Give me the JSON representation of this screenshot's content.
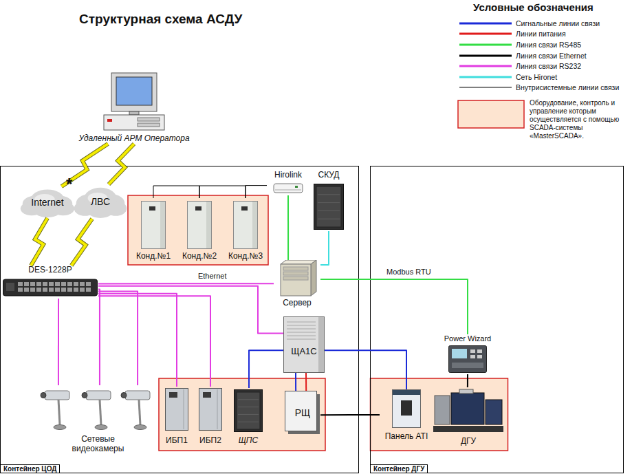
{
  "diagram": {
    "title": "Структурная схема АСДУ",
    "nodes": [
      {
        "text": [
          "Удаленный АРМ Оператора"
        ]
      },
      {
        "text": [
          "Контейнер ЦОД"
        ]
      },
      {
        "text": [
          "Internet"
        ],
        "in": 1
      },
      {
        "text": [
          "ЛВС"
        ],
        "in": 1
      },
      {
        "text": [
          "Hirolink"
        ],
        "in": 1
      },
      {
        "text": [
          "СКУД"
        ],
        "in": 1
      },
      {
        "text": [
          "Конд.№1"
        ],
        "in": 1
      },
      {
        "text": [
          "Конд.№2"
        ],
        "in": 1
      },
      {
        "text": [
          "Конд.№3"
        ],
        "in": 1
      },
      {
        "text": [
          "DES-1228P"
        ],
        "in": 1
      },
      {
        "text": [
          "Сервер"
        ],
        "in": 1
      },
      {
        "text": [
          "ЩА1С"
        ],
        "in": 1
      },
      {
        "text": [
          "Сетевые видеокамеры"
        ],
        "in": 1
      },
      {
        "text": [
          "ИБП1"
        ],
        "in": 1
      },
      {
        "text": [
          "ИБП2"
        ],
        "in": 1
      },
      {
        "text": [
          "ЩПС"
        ],
        "in": 1
      },
      {
        "text": [
          "РЩ"
        ],
        "in": 1
      },
      {
        "text": [
          "Контейнер ДГУ"
        ]
      },
      {
        "text": [
          "Power Wizard"
        ],
        "in": 17
      },
      {
        "text": [
          "Панель ATI"
        ],
        "in": 17
      },
      {
        "text": [
          "ДГУ"
        ],
        "in": 17
      }
    ],
    "edges": [
      {
        "from": 0,
        "to": 2,
        "arrow": "none"
      },
      {
        "from": 0,
        "to": 3,
        "arrow": "none"
      },
      {
        "from": 2,
        "to": 9,
        "arrow": "none"
      },
      {
        "from": 3,
        "to": 9,
        "arrow": "none"
      },
      {
        "from": 6,
        "to": 7,
        "arrow": "none"
      },
      {
        "from": 7,
        "to": 8,
        "arrow": "none"
      },
      {
        "from": 8,
        "to": 4,
        "arrow": "none"
      },
      {
        "from": 4,
        "to": 10,
        "arrow": "none"
      },
      {
        "from": 5,
        "to": 10,
        "arrow": "none"
      },
      {
        "from": 9,
        "to": 10,
        "label": "Ethernet",
        "arrow": "none"
      },
      {
        "from": 9,
        "to": 11,
        "arrow": "none"
      },
      {
        "from": 9,
        "to": 12,
        "arrow": "none"
      },
      {
        "from": 9,
        "to": 12,
        "arrow": "none"
      },
      {
        "from": 9,
        "to": 12,
        "arrow": "none"
      },
      {
        "from": 9,
        "to": 13,
        "arrow": "none"
      },
      {
        "from": 9,
        "to": 14,
        "arrow": "none"
      },
      {
        "from": 10,
        "to": 18,
        "label": "Modbus RTU",
        "arrow": "none"
      },
      {
        "from": 11,
        "to": 15,
        "arrow": "none"
      },
      {
        "from": 11,
        "to": 16,
        "arrow": "none"
      },
      {
        "from": 11,
        "to": 16,
        "arrow": "none"
      },
      {
        "from": 11,
        "to": 19,
        "arrow": "none"
      },
      {
        "from": 16,
        "to": 19,
        "arrow": "none"
      },
      {
        "from": 18,
        "to": 20,
        "arrow": "none"
      }
    ],
    "labels": [
      "Условные обозначения",
      "*"
    ],
    "legend": [
      {
        "text": "Сигнальные линии связи"
      },
      {
        "text": "Линии питания"
      },
      {
        "text": "Линия связи RS485"
      },
      {
        "text": "Линия связи Ethernet"
      },
      {
        "text": "Линия связи RS232"
      },
      {
        "text": "Сеть Hironet"
      },
      {
        "text": "Внутрисистемные линии связи"
      },
      {
        "text": "Оборудование, контроль и управление которым осуществляется с помощью SCADA-системы «MasterSCADA».",
        "color": "#fde4d0"
      }
    ]
  }
}
